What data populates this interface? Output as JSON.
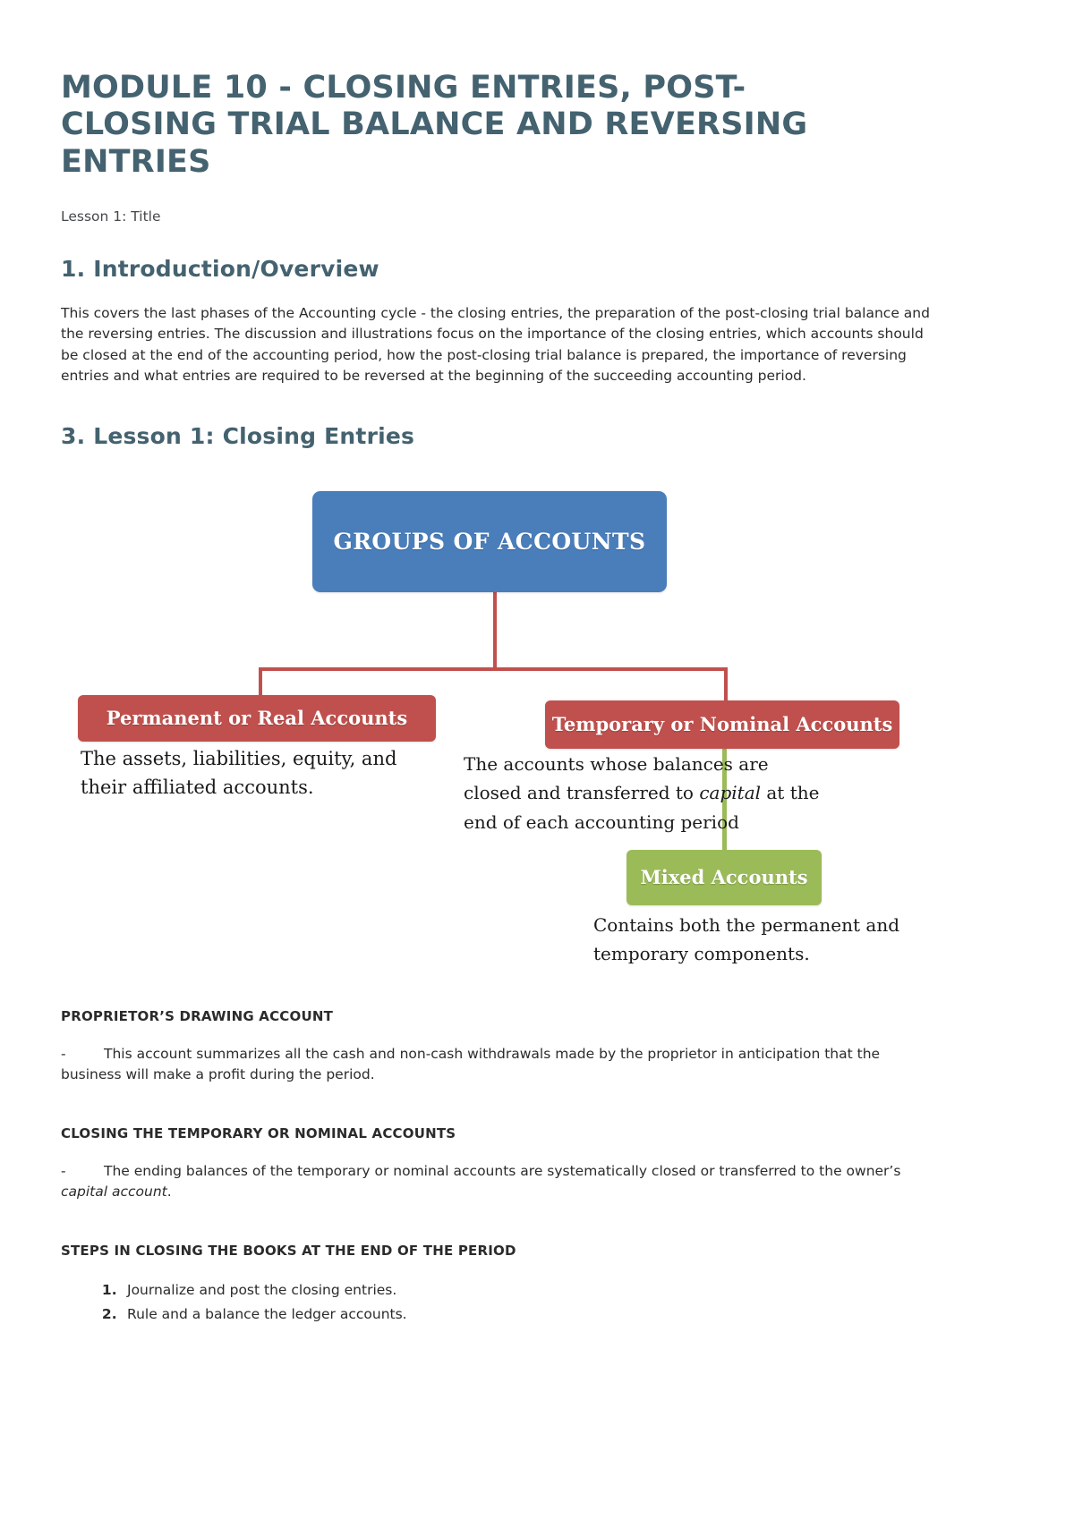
{
  "document": {
    "title": "MODULE 10 - CLOSING ENTRIES, POST-CLOSING TRIAL BALANCE AND REVERSING ENTRIES",
    "lesson_line": "Lesson 1: Title"
  },
  "sections": {
    "intro": {
      "heading": "1. Introduction/Overview",
      "paragraph": "This covers the last phases of the Accounting cycle - the closing entries, the preparation of the post-closing trial balance and the reversing entries. The discussion and illustrations focus on the importance of the closing entries, which accounts should be closed at the end of the accounting period, how the post-closing trial balance is prepared, the importance of reversing entries and what entries are required to be reversed at the beginning of the succeeding accounting period."
    },
    "lesson1": {
      "heading": "3. Lesson 1: Closing Entries"
    }
  },
  "diagram": {
    "root": {
      "label": "GROUPS OF ACCOUNTS",
      "color": "#4a7ebb"
    },
    "left": {
      "label": "Permanent or Real Accounts",
      "color": "#c0504d",
      "caption": "The assets, liabilities, equity, and their affiliated accounts."
    },
    "right": {
      "label": "Temporary or Nominal Accounts",
      "color": "#c0504d",
      "caption_line1": "The accounts whose balances are",
      "caption_line2_pre": "closed and transferred to ",
      "caption_line2_italic": "capital",
      "caption_line2_post": " at the",
      "caption_line3": "end of each accounting period"
    },
    "mixed": {
      "label": "Mixed Accounts",
      "color": "#9bbb59",
      "caption": "Contains both the permanent and temporary components."
    },
    "connector_color": "#c0504d",
    "green_connector_color": "#9bbb59"
  },
  "blocks": {
    "drawing_account": {
      "heading": "PROPRIETOR’S DRAWING ACCOUNT",
      "dash": "-",
      "text": "This account summarizes all the cash and non-cash withdrawals made by the proprietor in anticipation that the business will make a profit during the period."
    },
    "closing_temporary": {
      "heading": "CLOSING THE TEMPORARY OR NOMINAL ACCOUNTS",
      "dash": "-",
      "text_pre": "The ending balances of the temporary or nominal accounts are systematically closed or transferred to the owner’s ",
      "text_italic": "capital account",
      "text_post": "."
    },
    "steps": {
      "heading": "STEPS IN CLOSING THE BOOKS AT THE END OF THE PERIOD",
      "items": [
        "Journalize and post the closing entries.",
        "Rule and a balance the ledger accounts."
      ]
    }
  }
}
